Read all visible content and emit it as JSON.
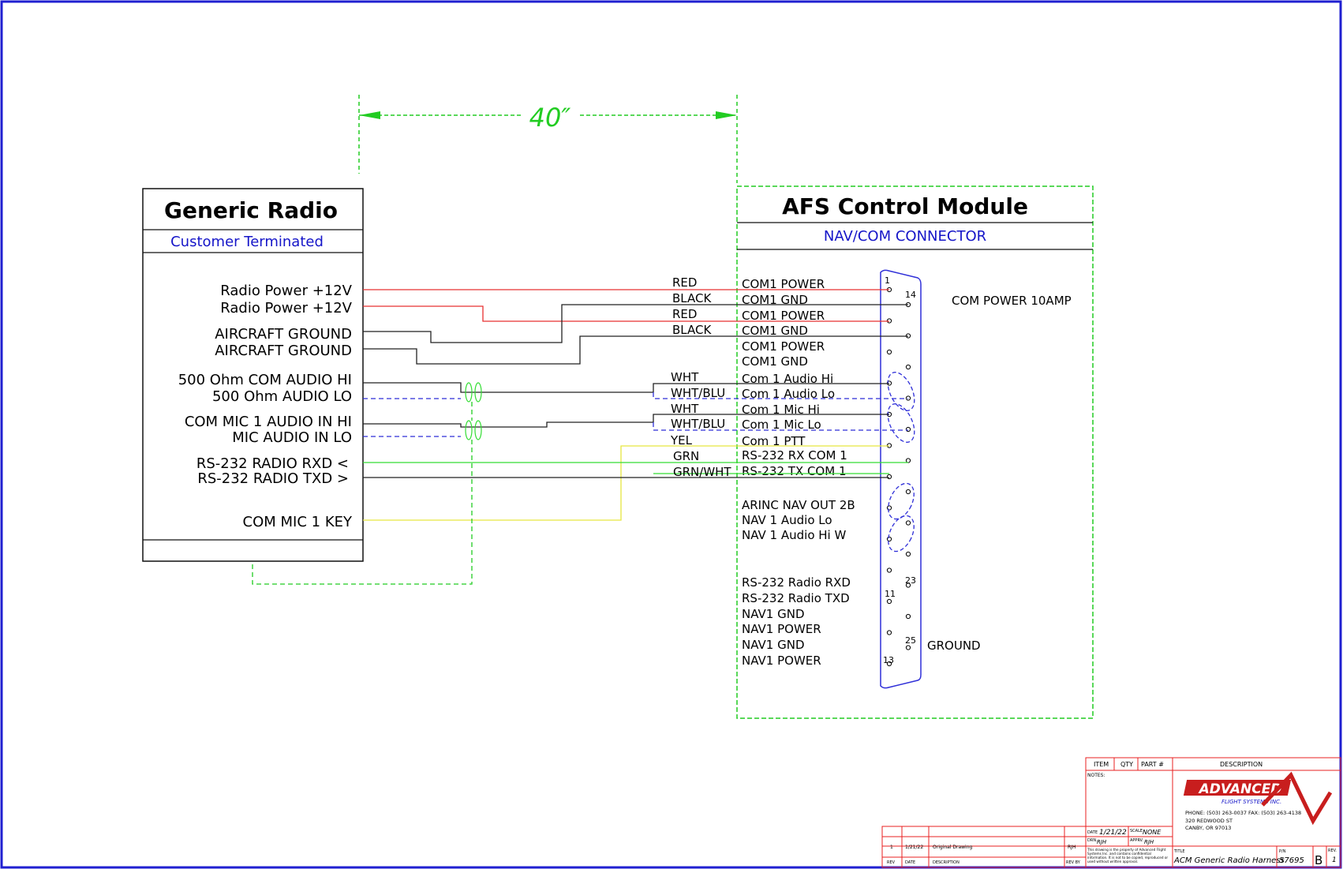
{
  "dimension": {
    "label": "40″"
  },
  "radio": {
    "title": "Generic Radio",
    "subtitle": "Customer Terminated",
    "pins": [
      "Radio Power +12V",
      "Radio Power +12V",
      "AIRCRAFT GROUND",
      "AIRCRAFT GROUND",
      "500 Ohm COM AUDIO HI",
      "500 Ohm AUDIO LO",
      "COM MIC 1 AUDIO IN HI",
      "MIC AUDIO IN LO",
      "RS-232 RADIO RXD <",
      "RS-232 RADIO TXD >",
      "COM MIC 1 KEY"
    ]
  },
  "module": {
    "title": "AFS Control Module",
    "subtitle": "NAV/COM CONNECTOR",
    "note": "COM POWER  10AMP",
    "ground_label": "GROUND",
    "signals_top": [
      "COM1 POWER",
      "COM1 GND",
      "COM1 POWER",
      "COM1 GND",
      "COM1 POWER",
      "COM1 GND",
      "Com 1 Audio Hi",
      "Com 1 Audio Lo",
      "Com 1 Mic Hi",
      "Com 1 Mic Lo",
      "Com 1 PTT",
      "RS-232 RX  COM 1",
      "RS-232 TX  COM 1"
    ],
    "signals_mid": [
      "ARINC NAV OUT 2B",
      "NAV 1 Audio Lo",
      "NAV 1 Audio Hi W"
    ],
    "signals_bottom": [
      "RS-232 Radio RXD",
      "RS-232 Radio TXD",
      "NAV1 GND",
      "NAV1 POWER",
      "NAV1 GND",
      "NAV1 POWER"
    ],
    "pin_numbers": {
      "p1": "1",
      "p14": "14",
      "p23": "23",
      "p11": "11",
      "p25": "25",
      "p13": "13"
    }
  },
  "wire_colors": [
    "RED",
    "BLACK",
    "RED",
    "BLACK",
    "WHT",
    "WHT/BLU",
    "WHT",
    "WHT/BLU",
    "YEL",
    "GRN",
    "GRN/WHT"
  ],
  "colors": {
    "border": "#1f1fd0",
    "red_wire": "#e83030",
    "black_wire": "#222222",
    "blue_wire": "#2f2fd8",
    "green_wire": "#33dd33",
    "yellow_wire": "#e6e640",
    "dashed_green": "#22cc22"
  },
  "title_block": {
    "bom_headers": {
      "item": "ITEM",
      "qty": "QTY",
      "part": "PART #",
      "description": "DESCRIPTION"
    },
    "notes_label": "NOTES:",
    "date_label": "DATE",
    "date": "1/21/22",
    "scale_label": "SCALE",
    "scale": "NONE",
    "drn_label": "DRN.",
    "drn": "RJH",
    "apprv_label": "APPRV.",
    "apprv": "RJH",
    "company_logo": "ADVANCED",
    "company_sub": "FLIGHT SYSTEMS INC.",
    "phone": "PHONE: (503) 263-0037  FAX: (503) 263-4138",
    "address1": "320 REDWOOD ST",
    "address2": "CANBY, OR 97013",
    "disclaimer": "This drawing is the property of Advanced Flight Systems Inc. and contains confidential information. It is not to be copied, reproduced or used without written approval.",
    "title_label": "TITLE",
    "title": "ACM Generic Radio Harness",
    "pn_label": "P/N",
    "pn": "57695",
    "size": "B",
    "rev_label": "REV.",
    "rev": "1",
    "rev_row": {
      "rev": "1",
      "date": "1/21/22",
      "description": "Original Drawing",
      "by": "RJH"
    },
    "rev_headers": {
      "rev": "REV",
      "date": "DATE",
      "description": "DESCRIPTION",
      "by": "REV BY"
    }
  }
}
